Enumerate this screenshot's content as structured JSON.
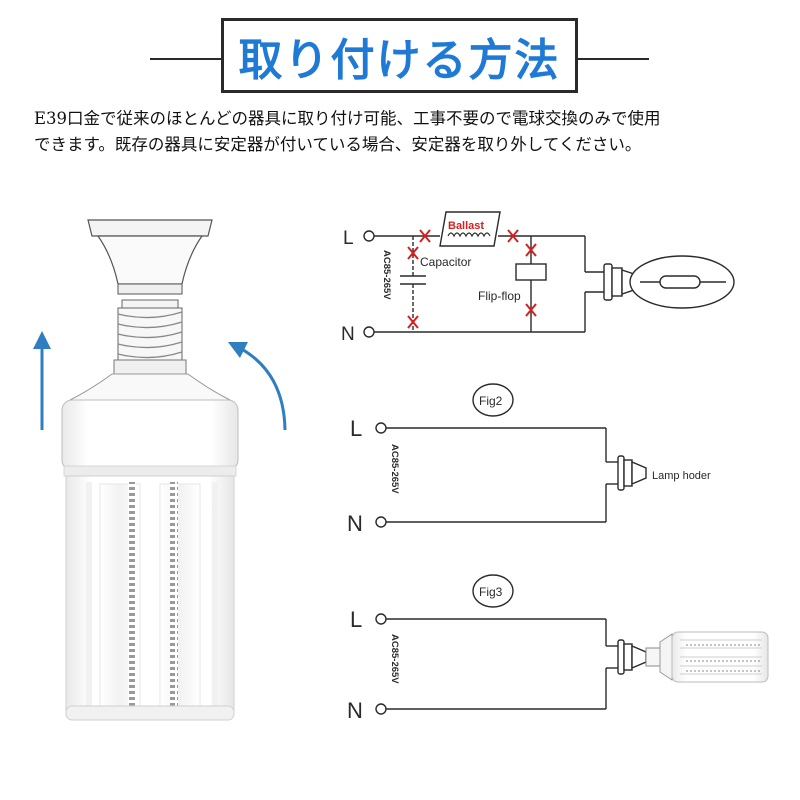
{
  "heading": {
    "title": "取り付ける方法"
  },
  "description": {
    "line1": "E39口金で従来のほとんどの器具に取り付け可能、工事不要ので電球交換のみで使用",
    "line2": "できます。既存の器具に安定器が付いている場合、安定器を取り外してください。"
  },
  "fig1": {
    "terminal_l": "L",
    "terminal_n": "N",
    "voltage": "AC85-265V",
    "ballast": "Ballast",
    "capacitor": "Capacitor",
    "flipflop": "Flip-flop"
  },
  "fig2": {
    "label": "Fig2",
    "terminal_l": "L",
    "terminal_n": "N",
    "voltage": "AC85-265V",
    "lamp_holder": "Lamp hoder"
  },
  "fig3": {
    "label": "Fig3",
    "terminal_l": "L",
    "terminal_n": "N",
    "voltage": "AC85-265V"
  },
  "colors": {
    "title": "#1f7ad6",
    "cross": "#d62020",
    "arrow": "#2f7fc0",
    "line": "#2a2a2a"
  }
}
